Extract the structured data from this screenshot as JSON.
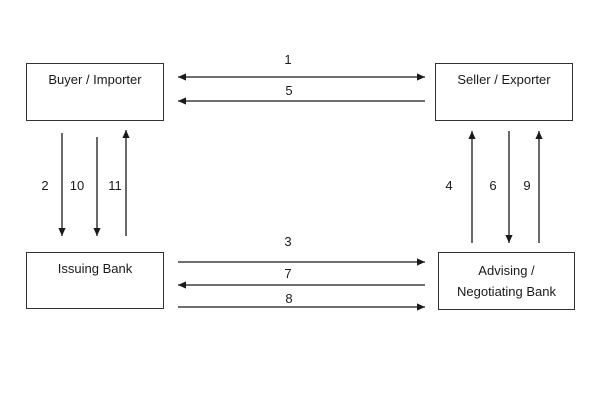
{
  "diagram": {
    "nodes": {
      "buyer": {
        "label": "Buyer / Importer"
      },
      "seller": {
        "label": "Seller / Exporter"
      },
      "issuing": {
        "label": "Issuing Bank"
      },
      "advising": {
        "label": "Advising /\nNegotiating  Bank"
      }
    },
    "flows": [
      {
        "label": "1",
        "from": "buyer",
        "to": "seller",
        "bidirectional": true
      },
      {
        "label": "5",
        "from": "seller",
        "to": "buyer",
        "bidirectional": false
      },
      {
        "label": "2",
        "from": "buyer",
        "to": "issuing",
        "bidirectional": false
      },
      {
        "label": "10",
        "from": "buyer",
        "to": "issuing",
        "bidirectional": false
      },
      {
        "label": "11",
        "from": "issuing",
        "to": "buyer",
        "bidirectional": false
      },
      {
        "label": "4",
        "from": "advising",
        "to": "seller",
        "bidirectional": false
      },
      {
        "label": "6",
        "from": "seller",
        "to": "advising",
        "bidirectional": false
      },
      {
        "label": "9",
        "from": "advising",
        "to": "seller",
        "bidirectional": false
      },
      {
        "label": "3",
        "from": "issuing",
        "to": "advising",
        "bidirectional": false
      },
      {
        "label": "7",
        "from": "advising",
        "to": "issuing",
        "bidirectional": false
      },
      {
        "label": "8",
        "from": "issuing",
        "to": "advising",
        "bidirectional": false
      }
    ]
  },
  "colors": {
    "line": "#1a1a1a",
    "border": "#333333",
    "background": "#ffffff"
  }
}
